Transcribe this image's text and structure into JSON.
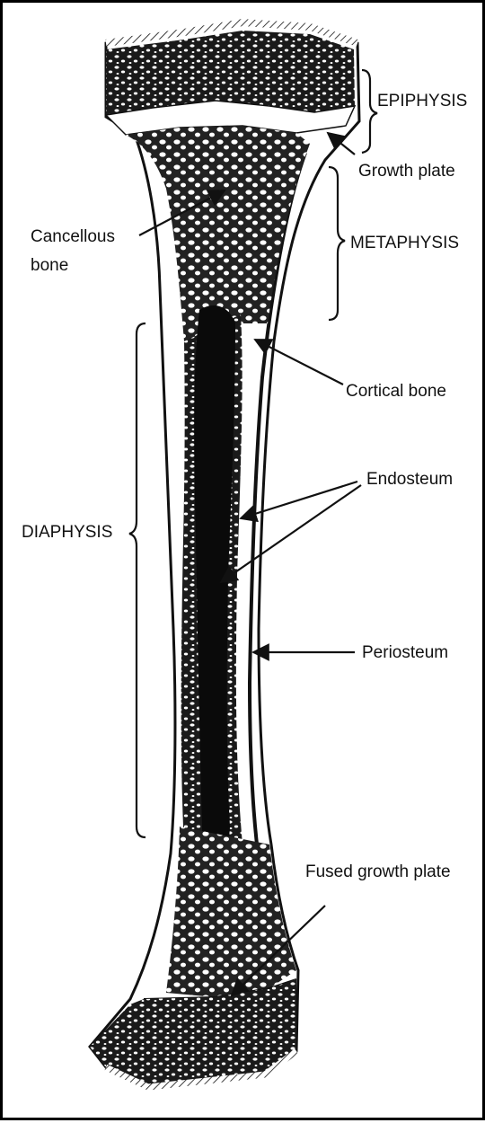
{
  "labels": {
    "epiphysis": "EPIPHYSIS",
    "growth_plate": "Growth plate",
    "cancellous_line1": "Cancellous",
    "cancellous_line2": "bone",
    "metaphysis": "METAPHYSIS",
    "cortical_bone": "Cortical bone",
    "endosteum": "Endosteum",
    "diaphysis": "DIAPHYSIS",
    "periosteum": "Periosteum",
    "fused_growth_plate": "Fused growth plate"
  },
  "colors": {
    "ink": "#111111",
    "paper": "#ffffff"
  }
}
